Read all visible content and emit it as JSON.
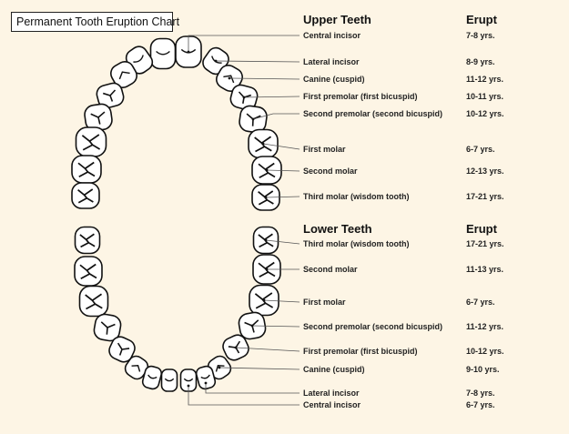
{
  "title": "Permanent Tooth Eruption Chart",
  "upper": {
    "heading": "Upper Teeth",
    "erupt_heading": "Erupt",
    "teeth": [
      {
        "name": "Central incisor",
        "erupt": "7-8 yrs."
      },
      {
        "name": "Lateral incisor",
        "erupt": "8-9 yrs."
      },
      {
        "name": "Canine (cuspid)",
        "erupt": "11-12 yrs."
      },
      {
        "name": "First premolar (first bicuspid)",
        "erupt": "10-11 yrs."
      },
      {
        "name": "Second premolar (second bicuspid)",
        "erupt": "10-12 yrs."
      },
      {
        "name": "First molar",
        "erupt": "6-7 yrs."
      },
      {
        "name": "Second molar",
        "erupt": "12-13 yrs."
      },
      {
        "name": "Third molar (wisdom tooth)",
        "erupt": "17-21 yrs."
      }
    ]
  },
  "lower": {
    "heading": "Lower Teeth",
    "erupt_heading": "Erupt",
    "teeth": [
      {
        "name": "Third molar (wisdom tooth)",
        "erupt": "17-21 yrs."
      },
      {
        "name": "Second molar",
        "erupt": "11-13 yrs."
      },
      {
        "name": "First molar",
        "erupt": "6-7 yrs."
      },
      {
        "name": "Second premolar (second bicuspid)",
        "erupt": "11-12 yrs."
      },
      {
        "name": "First premolar (first bicuspid)",
        "erupt": "10-12 yrs."
      },
      {
        "name": "Canine (cuspid)",
        "erupt": "9-10 yrs."
      },
      {
        "name": "Lateral incisor",
        "erupt": "7-8 yrs."
      },
      {
        "name": "Central incisor",
        "erupt": "6-7 yrs."
      }
    ]
  },
  "colors": {
    "background": "#fdf5e5",
    "tooth_fill": "#ffffff",
    "outline": "#111111",
    "leader_line": "#555555"
  }
}
